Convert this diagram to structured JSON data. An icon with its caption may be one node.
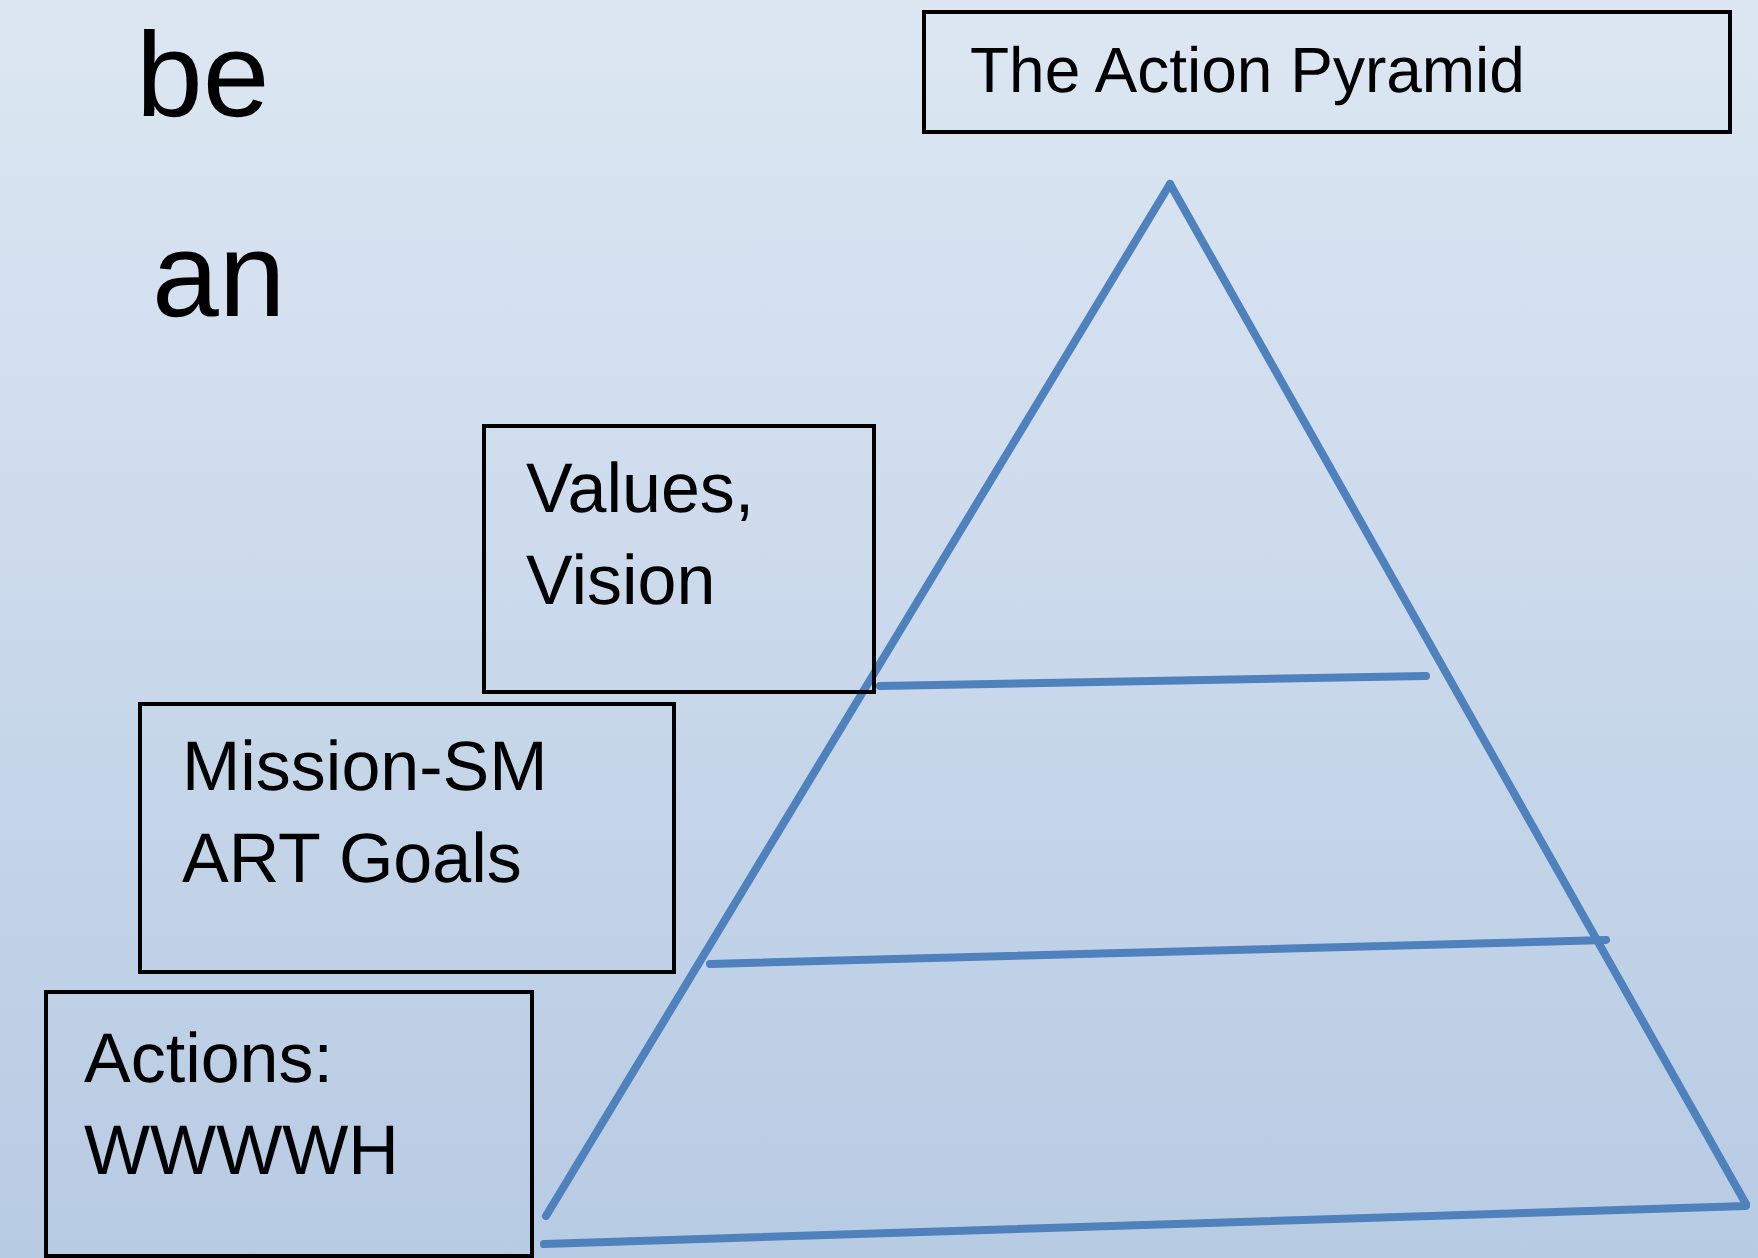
{
  "diagram": {
    "nodes": [
      {
        "text": [
          "The Action Pyramid"
        ]
      },
      {
        "text": [
          "Values, Vision"
        ]
      },
      {
        "text": [
          "Mission-SM ART Goals"
        ]
      },
      {
        "text": [
          "Actions: WWWWH"
        ]
      }
    ],
    "labels": [
      "be",
      "an"
    ]
  }
}
